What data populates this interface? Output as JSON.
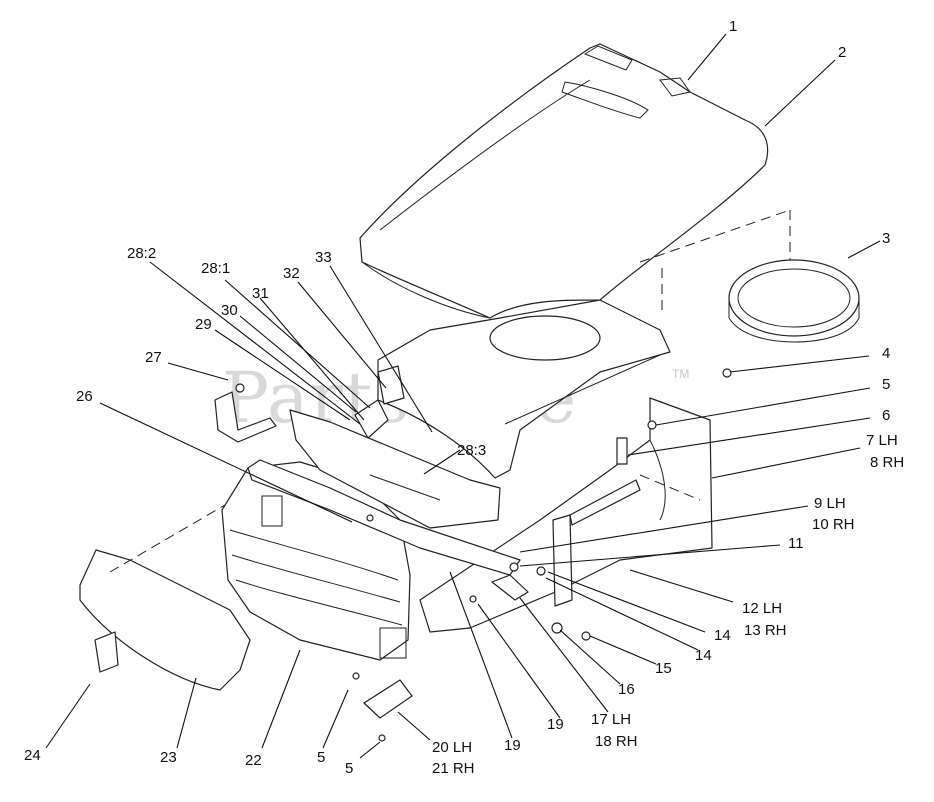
{
  "watermark": {
    "text": "PartsTree",
    "trademark": "TM"
  },
  "callouts": {
    "c1": "1",
    "c2": "2",
    "c3": "3",
    "c4": "4",
    "c5a": "5",
    "c6": "6",
    "c7": "7 LH",
    "c8": "8 RH",
    "c9": "9 LH",
    "c10": "10 RH",
    "c11": "11",
    "c12": "12 LH",
    "c13": "13 RH",
    "c14a": "14",
    "c14b": "14",
    "c15": "15",
    "c16": "16",
    "c17": "17 LH",
    "c18": "18 RH",
    "c19a": "19",
    "c19b": "19",
    "c20": "20 LH",
    "c21": "21 RH",
    "c5b": "5",
    "c5c": "5",
    "c22": "22",
    "c23": "23",
    "c24": "24",
    "c26": "26",
    "c27": "27",
    "c29": "29",
    "c30": "30",
    "c31": "31",
    "c28_1": "28:1",
    "c28_2": "28:2",
    "c32": "32",
    "c33": "33",
    "c28_3": "28:3"
  }
}
